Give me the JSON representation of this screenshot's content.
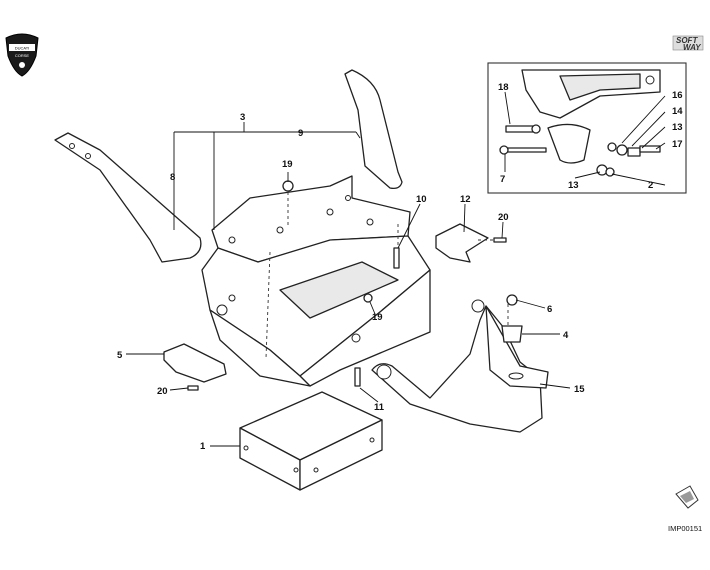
{
  "brand": {
    "logo_icon": "ducati-shield-logo",
    "logo_text": "DUCATI",
    "logo_subtext": "CORSE",
    "software_badge_top": "SOFT",
    "software_badge_bottom": "WAY"
  },
  "diagram": {
    "reference_code": "IMP00151",
    "nav_icon": "next-page-arrow-icon",
    "callouts": [
      {
        "id": "c1",
        "label": "1"
      },
      {
        "id": "c2",
        "label": "2"
      },
      {
        "id": "c3",
        "label": "3"
      },
      {
        "id": "c4",
        "label": "4"
      },
      {
        "id": "c5",
        "label": "5"
      },
      {
        "id": "c6",
        "label": "6"
      },
      {
        "id": "c7",
        "label": "7"
      },
      {
        "id": "c8",
        "label": "8"
      },
      {
        "id": "c9",
        "label": "9"
      },
      {
        "id": "c10",
        "label": "10"
      },
      {
        "id": "c11",
        "label": "11"
      },
      {
        "id": "c12",
        "label": "12"
      },
      {
        "id": "c13a",
        "label": "13"
      },
      {
        "id": "c13b",
        "label": "13"
      },
      {
        "id": "c14",
        "label": "14"
      },
      {
        "id": "c15",
        "label": "15"
      },
      {
        "id": "c16",
        "label": "16"
      },
      {
        "id": "c17",
        "label": "17"
      },
      {
        "id": "c18",
        "label": "18"
      },
      {
        "id": "c19a",
        "label": "19"
      },
      {
        "id": "c19b",
        "label": "19"
      },
      {
        "id": "c20a",
        "label": "20"
      },
      {
        "id": "c20b",
        "label": "20"
      }
    ]
  }
}
